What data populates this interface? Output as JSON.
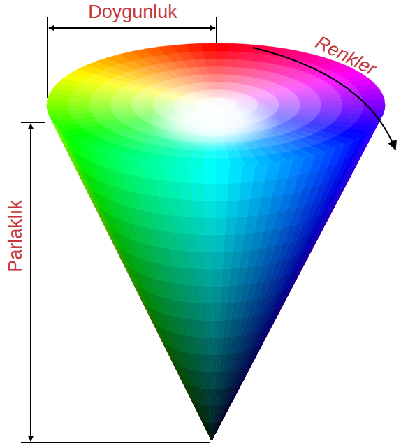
{
  "diagram": {
    "labels": [
      "Doygunluk",
      "Renkler",
      "Parlaklık"
    ]
  }
}
